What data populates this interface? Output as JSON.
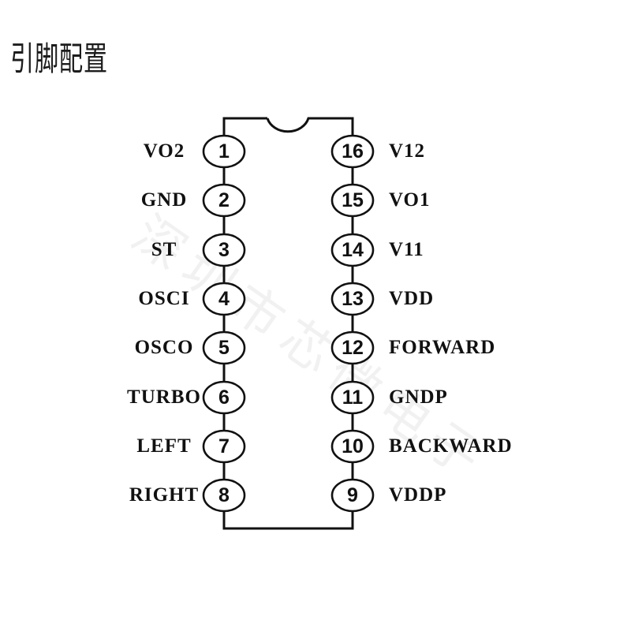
{
  "title": "引脚配置",
  "colors": {
    "ink": "#111111",
    "watermark": "#9a9a9a"
  },
  "watermark": {
    "text": "深圳市芯微电子"
  },
  "chip": {
    "left_pins": [
      {
        "num": "1",
        "label": "VO2"
      },
      {
        "num": "2",
        "label": "GND"
      },
      {
        "num": "3",
        "label": "ST"
      },
      {
        "num": "4",
        "label": "OSCI"
      },
      {
        "num": "5",
        "label": "OSCO"
      },
      {
        "num": "6",
        "label": "TURBO"
      },
      {
        "num": "7",
        "label": "LEFT"
      },
      {
        "num": "8",
        "label": "RIGHT"
      }
    ],
    "right_pins": [
      {
        "num": "16",
        "label": "V12"
      },
      {
        "num": "15",
        "label": "VO1"
      },
      {
        "num": "14",
        "label": "V11"
      },
      {
        "num": "13",
        "label": "VDD"
      },
      {
        "num": "12",
        "label": "FORWARD"
      },
      {
        "num": "11",
        "label": "GNDP"
      },
      {
        "num": "10",
        "label": "BACKWARD"
      },
      {
        "num": "9",
        "label": "VDDP"
      }
    ]
  }
}
